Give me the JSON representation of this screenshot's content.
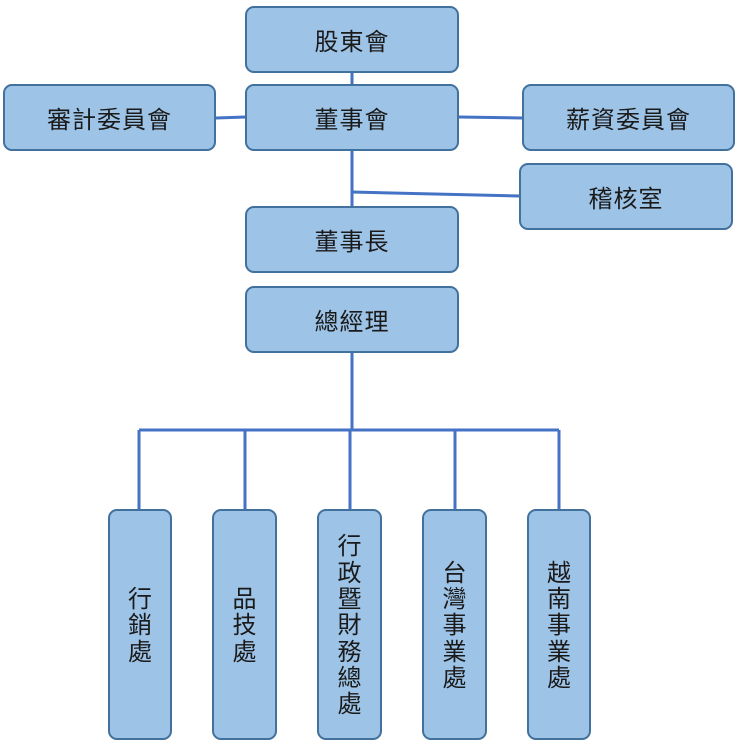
{
  "nodes": {
    "shareholders": "股東會",
    "board": "董事會",
    "audit_committee": "審計委員會",
    "compensation_committee": "薪資委員會",
    "internal_audit": "稽核室",
    "chairman": "董事長",
    "general_manager": "總經理",
    "marketing": "行銷處",
    "quality": "品技處",
    "admin_finance": "行政暨財務總處",
    "taiwan_business": "台灣事業處",
    "vietnam_business": "越南事業處"
  },
  "colors": {
    "box_fill": "#9dc3e6",
    "box_border": "#41719c",
    "connector": "#4472c4"
  }
}
